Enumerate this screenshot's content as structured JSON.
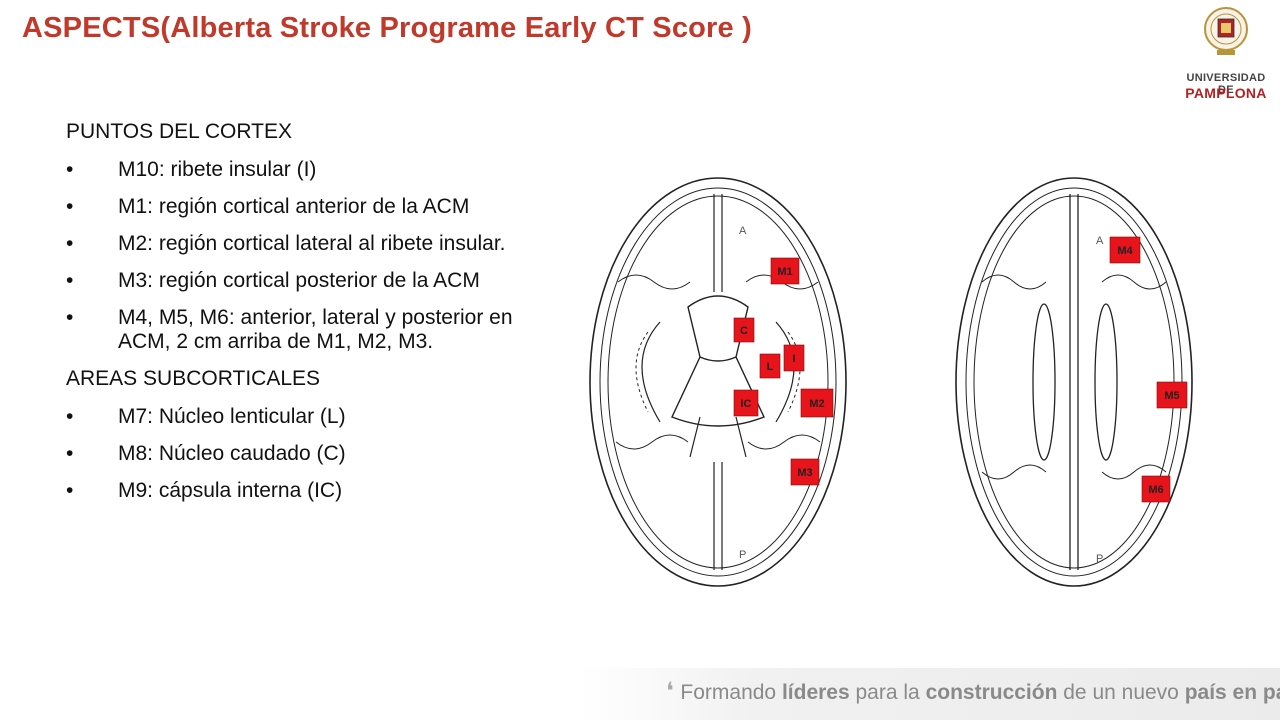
{
  "slide": {
    "title": "ASPECTS(Alberta Stroke Programe Early CT Score )"
  },
  "logo": {
    "line1": "UNIVERSIDAD DE",
    "line2": "PAMPLONA"
  },
  "content": {
    "heading_cortex": "PUNTOS DEL CORTEX",
    "cortex_items": [
      "M10: ribete insular  (I)",
      "M1: región cortical anterior de la ACM",
      "M2: región cortical lateral al ribete insular.",
      "M3: región cortical posterior de la ACM",
      "M4, M5, M6: anterior, lateral y posterior en ACM, 2 cm arriba de M1, M2, M3."
    ],
    "heading_subcortical": "AREAS SUBCORTICALES",
    "subcortical_items": [
      "M7: Núcleo lenticular (L)",
      "M8: Núcleo caudado (C)",
      "M9: cápsula interna (IC)"
    ],
    "bullet": "•"
  },
  "diagram": {
    "label_color": "#e8141b",
    "left_labels": [
      "M1",
      "C",
      "I",
      "L",
      "IC",
      "M2",
      "M3"
    ],
    "right_labels": [
      "M4",
      "M5",
      "M6"
    ],
    "letter_a": "A",
    "letter_p": "P"
  },
  "footer": {
    "part1": "Formando ",
    "part2": "líderes",
    "part3": " para la ",
    "part4": "construcción",
    "part5": " de un nuevo ",
    "part6": "país en paz"
  }
}
